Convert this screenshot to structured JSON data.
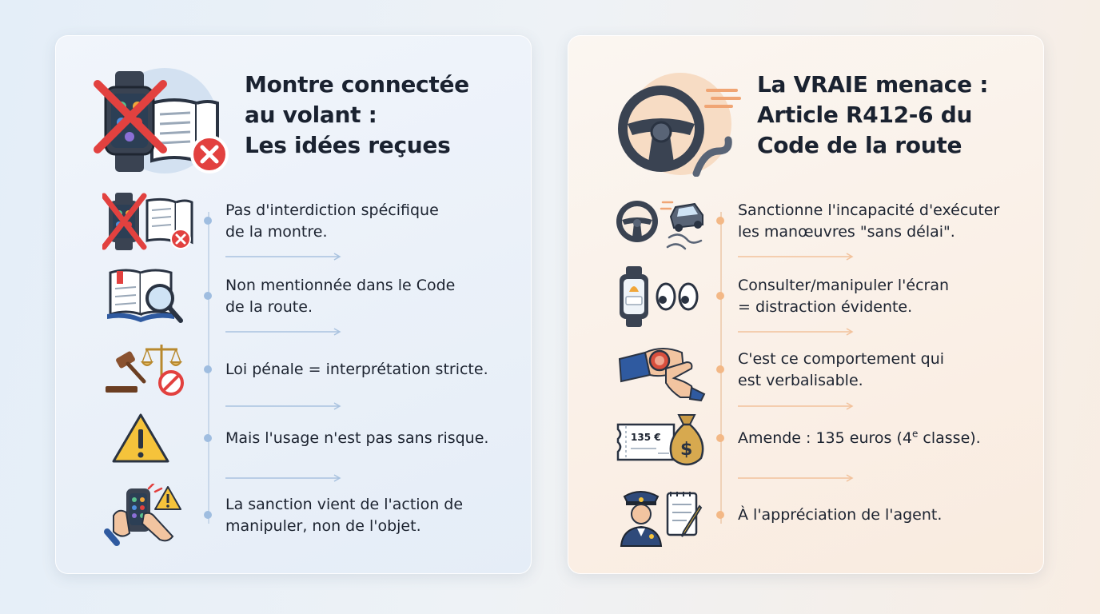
{
  "left_panel": {
    "title_lines": [
      "Montre connectée",
      "au volant :",
      "Les idées reçues"
    ],
    "hero_icon": "crossed-watch-and-book-icon",
    "items": [
      {
        "icon": "crossed-watch-book-icon",
        "lines": [
          "Pas d'interdiction spécifique",
          "de la montre."
        ]
      },
      {
        "icon": "book-magnifier-icon",
        "lines": [
          "Non mentionnée dans le Code",
          "de la route."
        ]
      },
      {
        "icon": "gavel-scales-icon",
        "lines": [
          "Loi pénale = interprétation stricte."
        ]
      },
      {
        "icon": "warning-icon",
        "lines": [
          "Mais l'usage n'est pas sans risque."
        ]
      },
      {
        "icon": "hand-watch-alert-icon",
        "lines": [
          "La sanction vient de l'action de",
          "manipuler, non de l'objet."
        ]
      }
    ]
  },
  "right_panel": {
    "title_lines": [
      "La VRAIE menace :",
      "Article R412-6 du",
      "Code de la route"
    ],
    "hero_icon": "steering-wheel-road-icon",
    "items": [
      {
        "icon": "steering-wheel-car-icon",
        "lines": [
          "Sanctionne l'incapacité d'exécuter",
          "les manœuvres \"sans délai\"."
        ]
      },
      {
        "icon": "watch-eyes-icon",
        "lines": [
          "Consulter/manipuler l'écran",
          "= distraction évidente."
        ]
      },
      {
        "icon": "hand-touch-watch-icon",
        "lines": [
          "C'est ce comportement qui",
          "est verbalisable."
        ]
      },
      {
        "icon": "ticket-money-bag-icon",
        "ticket_label": "135 €",
        "bag_symbol": "$",
        "amount_text": "Amende : 135 euros (4",
        "superscript": "e",
        "amount_suffix": " classe)."
      },
      {
        "icon": "police-officer-notepad-icon",
        "lines": [
          "À l'appréciation de l'agent."
        ]
      }
    ]
  },
  "colors": {
    "left_accent": "#9fbde0",
    "right_accent": "#f3b886",
    "red": "#e2413f",
    "warning": "#f5c33b"
  }
}
